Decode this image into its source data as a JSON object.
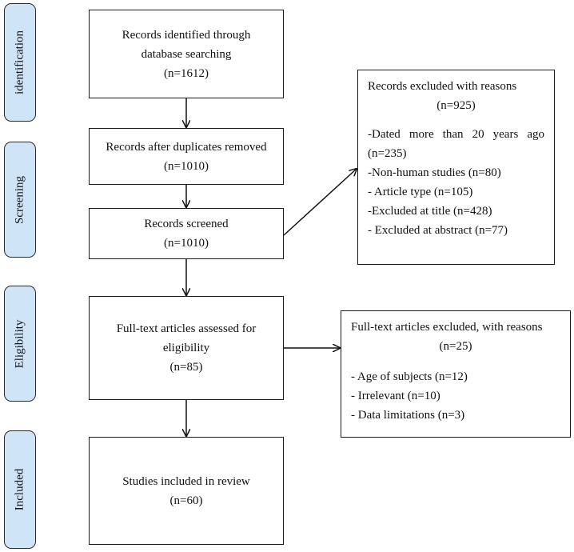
{
  "stages": {
    "identification": "identification",
    "screening": "Screening",
    "eligibility": "Eligibility",
    "included": "Included"
  },
  "boxes": {
    "identified": {
      "line1": "Records identified through",
      "line2": "database searching",
      "line3": "(n=1612)"
    },
    "duplicates_removed": {
      "line1": "Records after duplicates removed",
      "line2": "(n=1010)"
    },
    "screened": {
      "line1": "Records screened",
      "line2": "(n=1010)"
    },
    "fulltext_assessed": {
      "line1": "Full-text articles assessed for",
      "line2": "eligibility",
      "line3": "(n=85)"
    },
    "included_studies": {
      "line1": "Studies included in review",
      "line2": "(n=60)"
    }
  },
  "excluded_records": {
    "title": "Records excluded with reasons",
    "count": "(n=925)",
    "items": [
      "-Dated more than 20 years ago",
      "(n=235)",
      "-Non-human studies (n=80)",
      "- Article type (n=105)",
      "-Excluded at title (n=428)",
      "- Excluded at abstract (n=77)"
    ]
  },
  "excluded_fulltext": {
    "title": "Full-text articles excluded, with reasons",
    "count": "(n=25)",
    "items": [
      "- Age of subjects (n=12)",
      "- Irrelevant (n=10)",
      "- Data limitations (n=3)"
    ]
  }
}
